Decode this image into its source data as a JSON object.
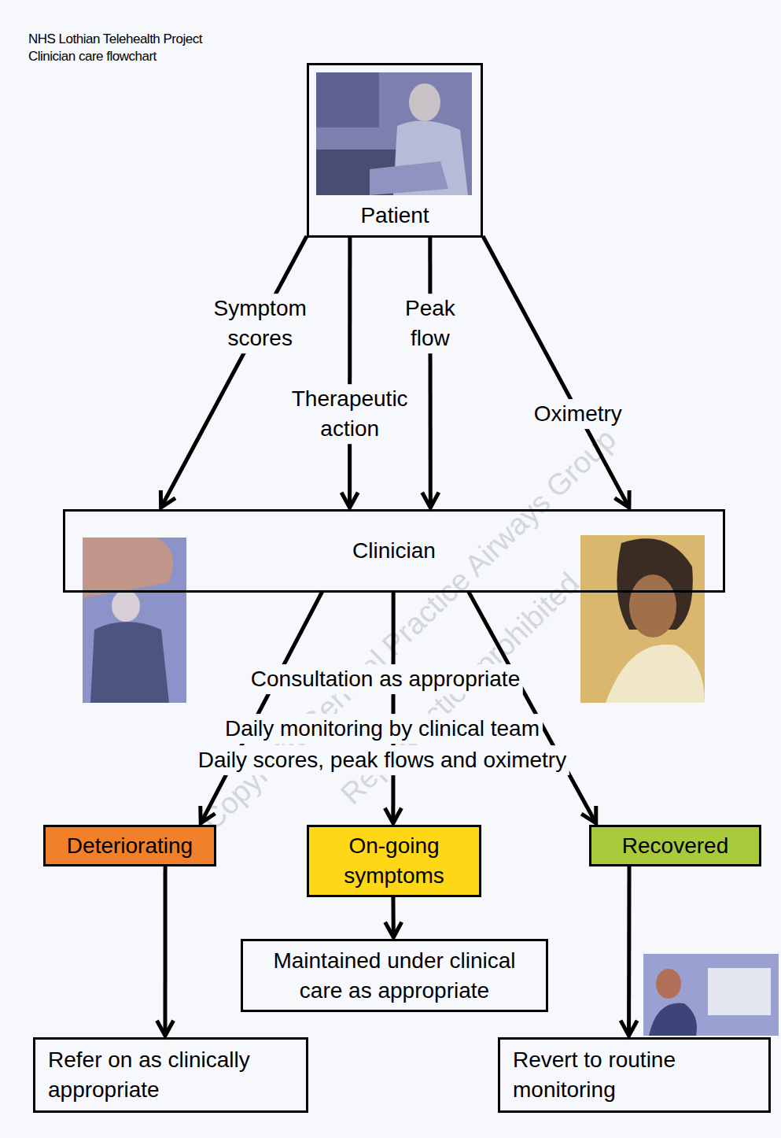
{
  "diagram": {
    "title": "NHS Lothian Telehealth Project Clinician care flowchart",
    "nodes": [
      {
        "text": [
          "Patient"
        ]
      },
      {
        "text": [
          "Clinician"
        ]
      },
      {
        "text": [
          "Deteriorating"
        ]
      },
      {
        "text": [
          "On-going symptoms"
        ]
      },
      {
        "text": [
          "Recovered"
        ]
      },
      {
        "text": [
          "Maintained under clinical care as appropriate"
        ]
      },
      {
        "text": [
          "Refer on as clinically appropriate"
        ]
      },
      {
        "text": [
          "Revert to routine monitoring"
        ]
      }
    ],
    "edges": [
      {
        "from": 0,
        "to": 1,
        "label": "Symptom scores",
        "arrow": "to"
      },
      {
        "from": 0,
        "to": 1,
        "label": "Therapeutic action",
        "arrow": "to"
      },
      {
        "from": 0,
        "to": 1,
        "label": "Peak flow",
        "arrow": "to"
      },
      {
        "from": 0,
        "to": 1,
        "label": "Oximetry",
        "arrow": "to"
      },
      {
        "from": 1,
        "to": 2,
        "arrow": "to"
      },
      {
        "from": 1,
        "to": 3,
        "arrow": "to"
      },
      {
        "from": 1,
        "to": 4,
        "arrow": "to"
      },
      {
        "from": 2,
        "to": 6,
        "arrow": "to"
      },
      {
        "from": 3,
        "to": 5,
        "arrow": "to"
      },
      {
        "from": 4,
        "to": 7,
        "arrow": "to"
      }
    ],
    "labels": [
      "Consultation as appropriate",
      "Daily monitoring by clinical team",
      "Daily scores, peak flows and oximetry",
      "Copyright General Practice Airways Group",
      "Reproduction prohibited"
    ]
  }
}
